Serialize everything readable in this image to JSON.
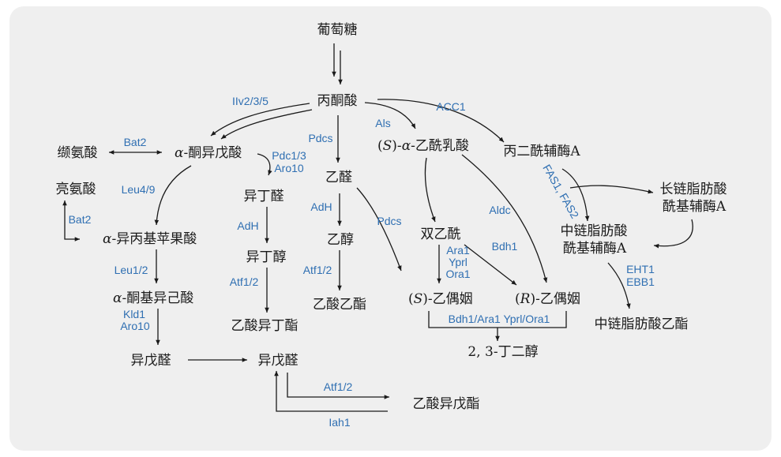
{
  "colors": {
    "panel": "#efefef",
    "node_text": "#1a1a1a",
    "enzyme_text": "#2f6fb2",
    "arrow": "#1a1a1a"
  },
  "nodes": {
    "glucose": "葡萄糖",
    "pyruvate": "丙酮酸",
    "ketoisovalerate": "-酮异戊酸",
    "valine": "缬氨酸",
    "leucine": "亮氨酸",
    "isopropylmalate": "-异丙基苹果酸",
    "ketoisocaproate": "-酮基异己酸",
    "isovaleraldehyde_left": "异戊醛",
    "isovaleraldehyde_center": "异戊醛",
    "isoamyl_acetate": "乙酸异戊酯",
    "isobutyraldehyde": "异丁醛",
    "isobutanol": "异丁醇",
    "isobutyl_acetate": "乙酸异丁酯",
    "acetaldehyde": "乙醛",
    "ethanol": "乙醇",
    "ethyl_acetate": "乙酸乙酯",
    "acetolactate_prefix": "(",
    "acetolactate_s": "S",
    "acetolactate_mid": ")-",
    "acetolactate_alpha": "α",
    "acetolactate_suffix": "-乙酰乳酸",
    "diacetyl": "双乙酰",
    "s_acetoin_prefix": "(",
    "s_acetoin_s": "S",
    "s_acetoin_suffix": ")-乙偶姻",
    "r_acetoin_prefix": "(",
    "r_acetoin_r": "R",
    "r_acetoin_suffix": ")-乙偶姻",
    "butanediol": "2, 3-丁二醇",
    "malonyl_coa": "丙二酰辅酶A",
    "long_acyl_coa_line1": "长链脂肪酸",
    "long_acyl_coa_line2": "酰基辅酶A",
    "medium_acyl_coa_line1": "中链脂肪酸",
    "medium_acyl_coa_line2": "酰基辅酶A",
    "medium_ethyl_esters": "中链脂肪酸乙酯",
    "alpha": "α"
  },
  "enzymes": {
    "ilv": "IIv2/3/5",
    "bat2_top": "Bat2",
    "bat2_left": "Bat2",
    "leu49": "Leu4/9",
    "leu12": "Leu1/2",
    "kld1": "Kld1",
    "aro10_left": "Aro10",
    "pdc13": "Pdc1/3",
    "aro10_mid": "Aro10",
    "adh_isobutanol": "AdH",
    "atf12_isobutyl": "Atf1/2",
    "pdcs_upper": "Pdcs",
    "adh_ethanol": "AdH",
    "atf12_ethyl": "Atf1/2",
    "pdcs_lower": "Pdcs",
    "als": "Als",
    "aldc": "Aldc",
    "ara1": "Ara1",
    "yprl": "Yprl",
    "ora1": "Ora1",
    "bdh1": "Bdh1",
    "bdh1_group": "Bdh1/Ara1 Yprl/Ora1",
    "acc1": "ACC1",
    "fas12": "FAS1, FAS2",
    "eht1": "EHT1",
    "ebb1": "EBB1",
    "atf12_isoamyl": "Atf1/2",
    "iah1": "Iah1"
  }
}
